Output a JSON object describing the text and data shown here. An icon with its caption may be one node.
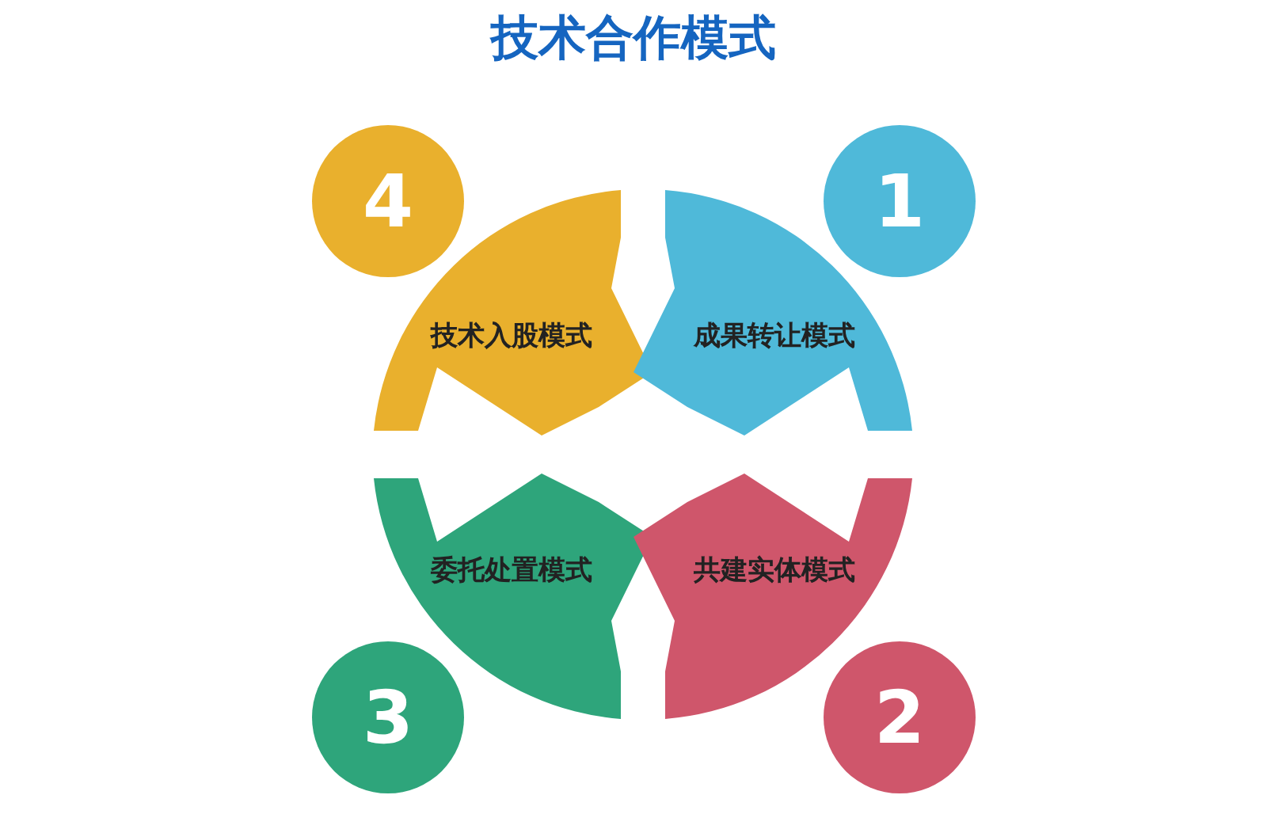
{
  "diagram": {
    "title": "技术合作模式",
    "nodes": [
      {
        "text": [
          "4"
        ]
      },
      {
        "text": [
          "1"
        ]
      },
      {
        "text": [
          "技术入股模式"
        ]
      },
      {
        "text": [
          "成果转让模式"
        ]
      },
      {
        "text": [
          "委托处置模式"
        ]
      },
      {
        "text": [
          "共建实体模式"
        ]
      },
      {
        "text": [
          "3"
        ]
      },
      {
        "text": [
          "2"
        ]
      }
    ]
  }
}
